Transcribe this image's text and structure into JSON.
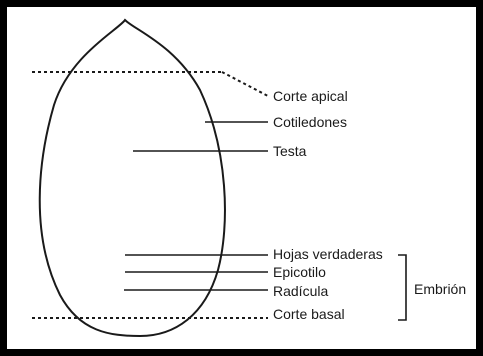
{
  "diagram": {
    "labels": {
      "corte_apical": "Corte apical",
      "cotiledones": "Cotiledones",
      "testa": "Testa",
      "hojas_verdaderas": "Hojas verdaderas",
      "epicotilo": "Epicotilo",
      "radicula": "Radícula",
      "corte_basal": "Corte basal",
      "embrion": "Embrión"
    },
    "colors": {
      "stroke": "#1a1a1a",
      "frame": "#000000",
      "background": "#ffffff"
    }
  }
}
